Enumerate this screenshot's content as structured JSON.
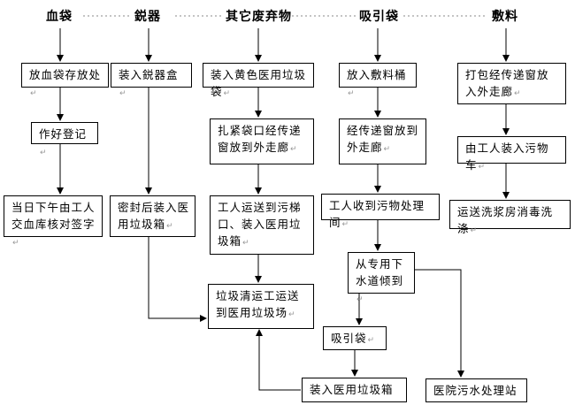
{
  "headers": {
    "blood_bag": "血袋",
    "sharps": "鋭器",
    "other_waste": "其它废弃物",
    "suction_bag": "吸引袋",
    "dressing": "敷料"
  },
  "nodes": {
    "store_blood_bag": "放血袋存放处",
    "make_record": "作好登记",
    "afternoon_blood_bank": "当日下午由工人交血库核对签字",
    "into_sharps_box": "装入鋭器盒",
    "seal_medical_bin": "密封后装入医用垃圾箱",
    "yellow_waste_bag": "装入黄色医用垃圾袋",
    "tie_bag_window": "扎紧袋口经传递窗放到外走廊",
    "worker_transport": "工人运送到污梯口、装入医用垃圾箱",
    "to_medical_waste_site": "垃圾清运工运送到医用垃圾场",
    "into_dressing_bucket": "放入敷料桶",
    "via_window_corridor": "经传递窗放到外走廊",
    "worker_to_waste_room": "工人收到污物处理间",
    "pour_sewer": "从专用下水道倾到",
    "suction_bag_item": "吸引袋",
    "into_medical_bin": "装入医用垃圾箱",
    "hospital_sewage_station": "医院污水处理站",
    "pack_window_corridor": "打包经传递窗放入外走廊",
    "worker_waste_cart": "由工人装入污物车",
    "laundry_disinfect": "运送洗浆房消毒洗涤"
  },
  "paragraph_mark": "↵",
  "colors": {
    "line": "#000000",
    "dotted": "#888888"
  }
}
